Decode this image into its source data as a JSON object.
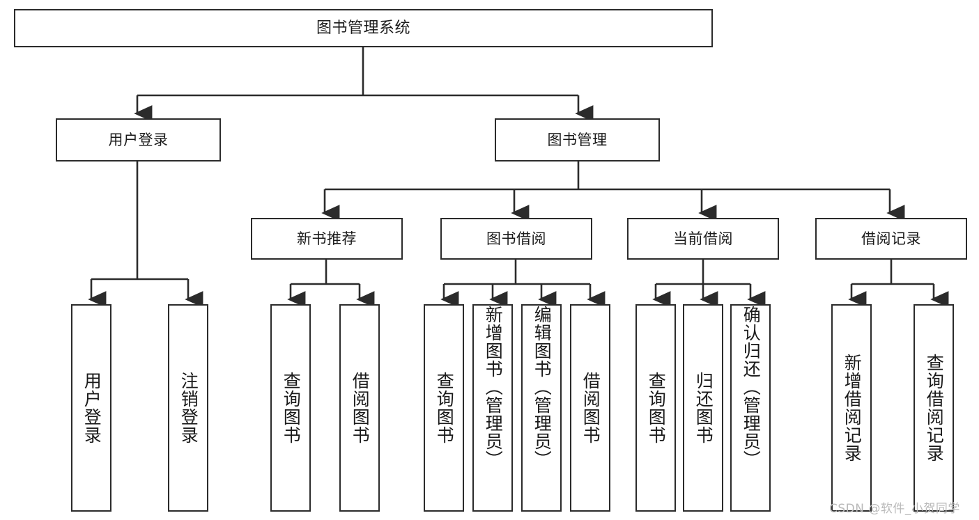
{
  "diagram": {
    "type": "tree-hierarchy",
    "title": "图书管理系统",
    "root": {
      "id": "root",
      "label": "图书管理系统"
    },
    "level1": [
      {
        "id": "user-login",
        "label": "用户登录"
      },
      {
        "id": "book-management",
        "label": "图书管理"
      }
    ],
    "level2": [
      {
        "id": "new-book-recommend",
        "label": "新书推荐",
        "parent": "book-management"
      },
      {
        "id": "book-borrow",
        "label": "图书借阅",
        "parent": "book-management"
      },
      {
        "id": "current-borrow",
        "label": "当前借阅",
        "parent": "book-management"
      },
      {
        "id": "borrow-record",
        "label": "借阅记录",
        "parent": "book-management"
      }
    ],
    "leaves": {
      "user_login": [
        {
          "id": "leaf-user-login",
          "label": "用户登录"
        },
        {
          "id": "leaf-logout",
          "label": "注销登录"
        }
      ],
      "new_book_recommend": [
        {
          "id": "leaf-query-book-1",
          "label": "查询图书"
        },
        {
          "id": "leaf-borrow-book-1",
          "label": "借阅图书"
        }
      ],
      "book_borrow": [
        {
          "id": "leaf-query-book-2",
          "label": "查询图书"
        },
        {
          "id": "leaf-add-book",
          "label": "新增图书（管理员）"
        },
        {
          "id": "leaf-edit-book",
          "label": "编辑图书（管理员）"
        },
        {
          "id": "leaf-borrow-book-2",
          "label": "借阅图书"
        }
      ],
      "current_borrow": [
        {
          "id": "leaf-query-book-3",
          "label": "查询图书"
        },
        {
          "id": "leaf-return-book",
          "label": "归还图书"
        },
        {
          "id": "leaf-confirm-return",
          "label": "确认归还（管理员）"
        }
      ],
      "borrow_record": [
        {
          "id": "leaf-add-record",
          "label": "新增借阅记录"
        },
        {
          "id": "leaf-query-record",
          "label": "查询借阅记录"
        }
      ]
    }
  },
  "watermark": {
    "text": "CSDN @软件_小贺同学"
  },
  "colors": {
    "stroke": "#2b2b2b",
    "fill": "#ffffff",
    "text": "#1a1a1a",
    "watermark": "#b9b9b9"
  }
}
